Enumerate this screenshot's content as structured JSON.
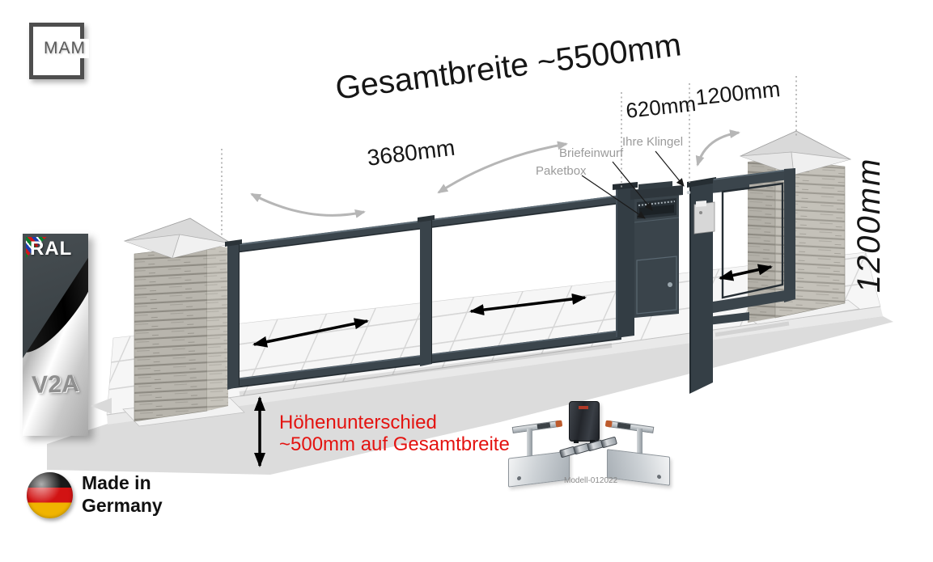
{
  "logo": {
    "text": "MAM"
  },
  "title": "Gesamtbreite ~5500mm",
  "dimensions": {
    "field_width": "3680mm",
    "box_width": "620mm",
    "door_width": "1200mm",
    "pillar_height": "1200mm"
  },
  "callouts": {
    "paketbox": "Paketbox",
    "briefeinwurf": "Briefeinwurf",
    "klingel": "Ihre Klingel"
  },
  "height_note": {
    "line1": "Höhenunterschied",
    "line2": "~500mm auf Gesamtbreite"
  },
  "badge": {
    "top_label": "RAL",
    "bottom_label": "V2A"
  },
  "origin": {
    "line1": "Made in",
    "line2": "Germany"
  },
  "drive_kit": {
    "model": "Modell-012022"
  },
  "icons": {
    "slide_arrow": "black-double-arrow",
    "swing_arrow": "gray-curved-double-arrow",
    "height_arrow": "black-vertical-double-arrow",
    "flag": "germany-flag-circle"
  },
  "colors": {
    "anthracite": "#3a444b",
    "note_red": "#e41310",
    "callout_gray": "#9b9b9b",
    "flag_black": "#1a1a1a",
    "flag_red": "#d21313",
    "flag_gold": "#f0b400"
  }
}
